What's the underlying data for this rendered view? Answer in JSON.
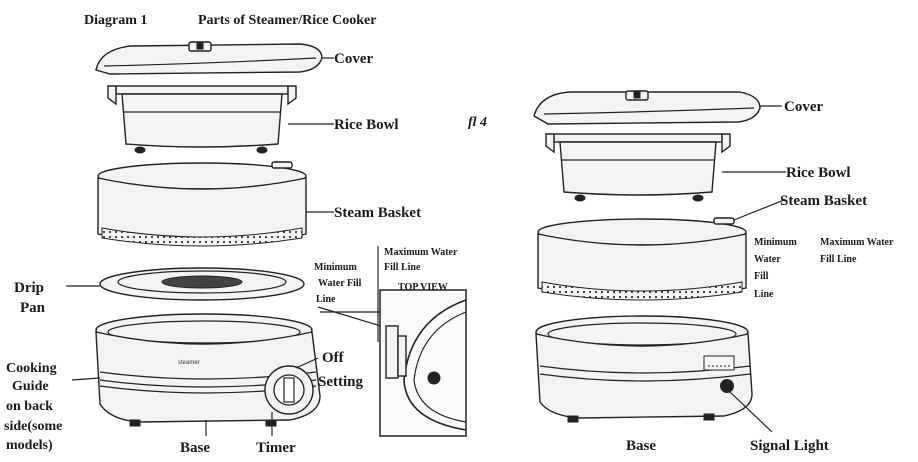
{
  "header": {
    "diagram_number": "Diagram 1",
    "title": "Parts of Steamer/Rice Cooker"
  },
  "left_labels": {
    "cover": "Cover",
    "rice_bowl": "Rice Bowl",
    "steam_basket": "Steam Basket",
    "drip_pan": [
      "Drip",
      "Pan"
    ],
    "minimum_water_fill_line": [
      "Minimum",
      "Water Fill",
      "Line"
    ],
    "maximum_water_fill_line": [
      "Maximum Water",
      "Fill Line"
    ],
    "top_view": "TOP VIEW",
    "off_setting": [
      "Off",
      "Setting"
    ],
    "cooking_guide": [
      "Cooking",
      "Guide",
      "on back",
      "side(some",
      "models)"
    ],
    "base": "Base",
    "timer": "Timer"
  },
  "middle_mark": "fl 4",
  "right_labels": {
    "cover": "Cover",
    "rice_bowl": "Rice Bowl",
    "steam_basket": "Steam Basket",
    "minimum_water_fill_line": [
      "Minimum",
      "Water",
      "Fill",
      "Line"
    ],
    "maximum_water_fill_line": [
      "Maximum Water",
      "Fill Line"
    ],
    "base": "Base",
    "signal_light": "Signal Light"
  }
}
